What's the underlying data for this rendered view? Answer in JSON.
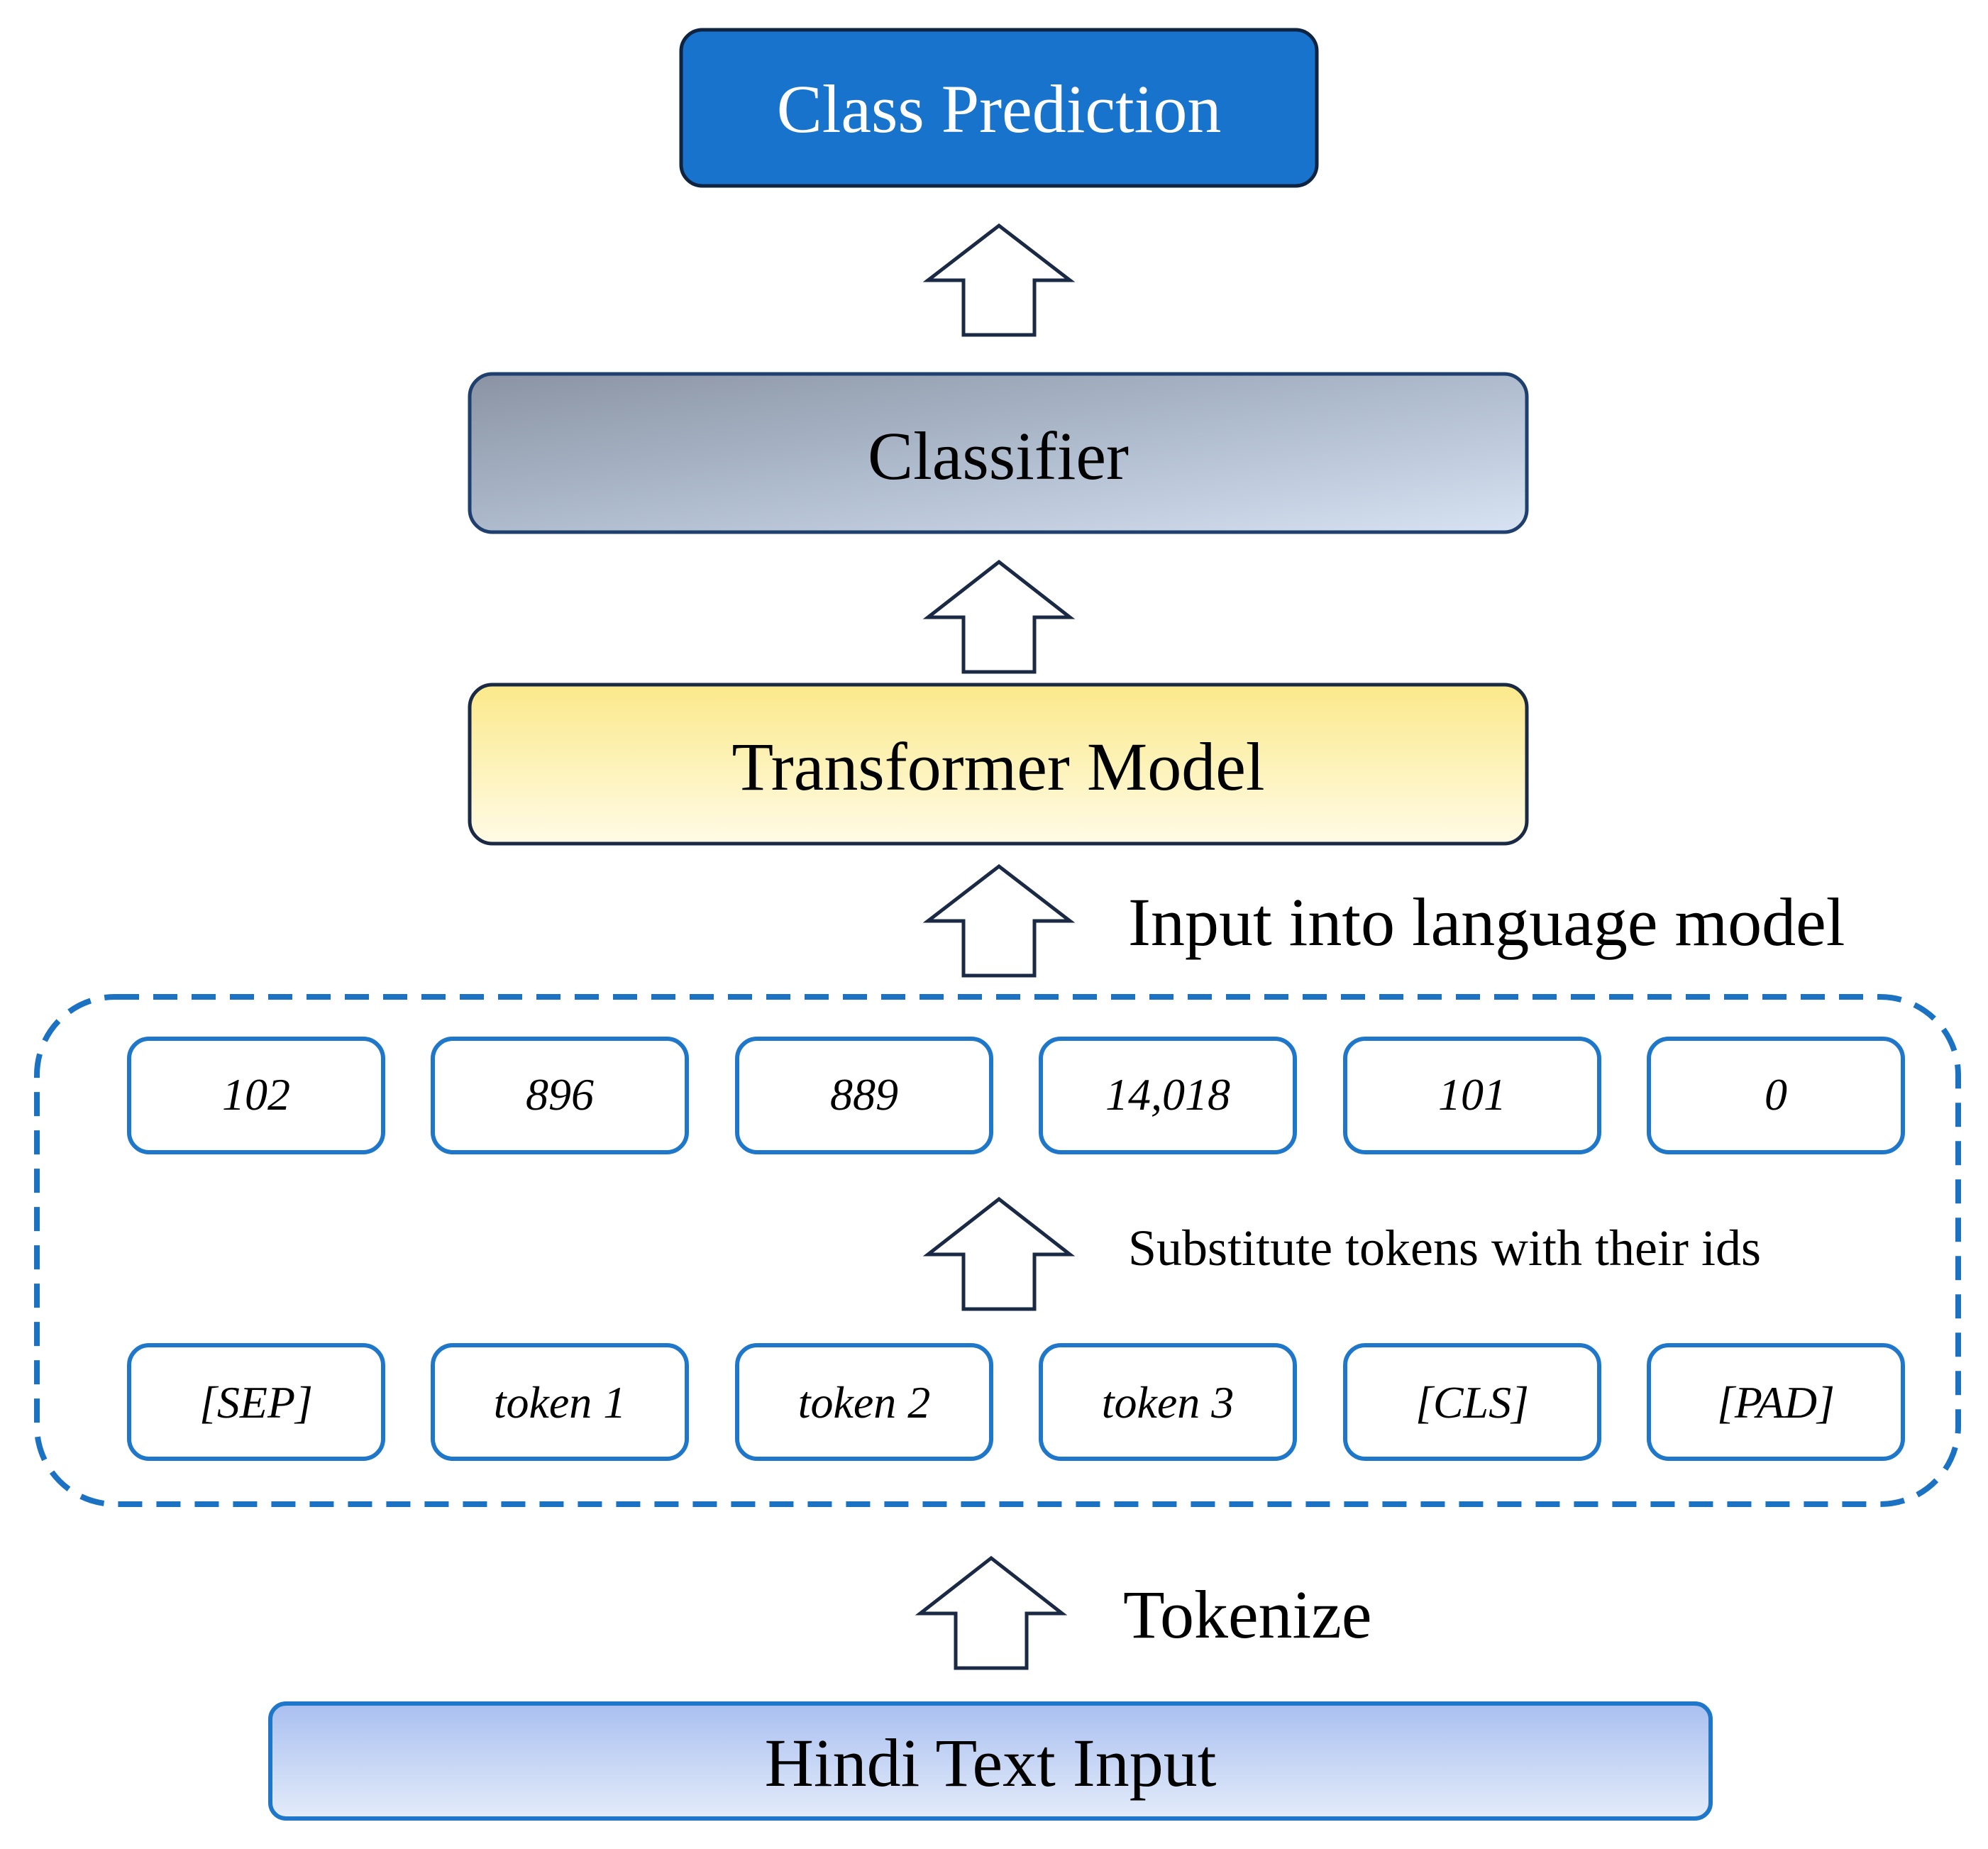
{
  "boxes": {
    "class_prediction": "Class Prediction",
    "classifier": "Classifier",
    "transformer_model": "Transformer Model",
    "hindi_text_input": "Hindi Text Input"
  },
  "labels": {
    "input_into_language_model": "Input into language model",
    "substitute_tokens": "Substitute tokens with their ids",
    "tokenize": "Tokenize"
  },
  "ids": [
    "102",
    "896",
    "889",
    "14,018",
    "101",
    "0"
  ],
  "tokens": [
    "[SEP]",
    "token 1",
    "token 2",
    "token 3",
    "[CLS]",
    "[PAD]"
  ],
  "colors": {
    "class_prediction_fill": "#1773cc",
    "border_dark": "#0f2440",
    "token_border": "#1f77c9",
    "dashed_border": "#1b72c2",
    "arrow_stroke": "#1a2a45"
  }
}
